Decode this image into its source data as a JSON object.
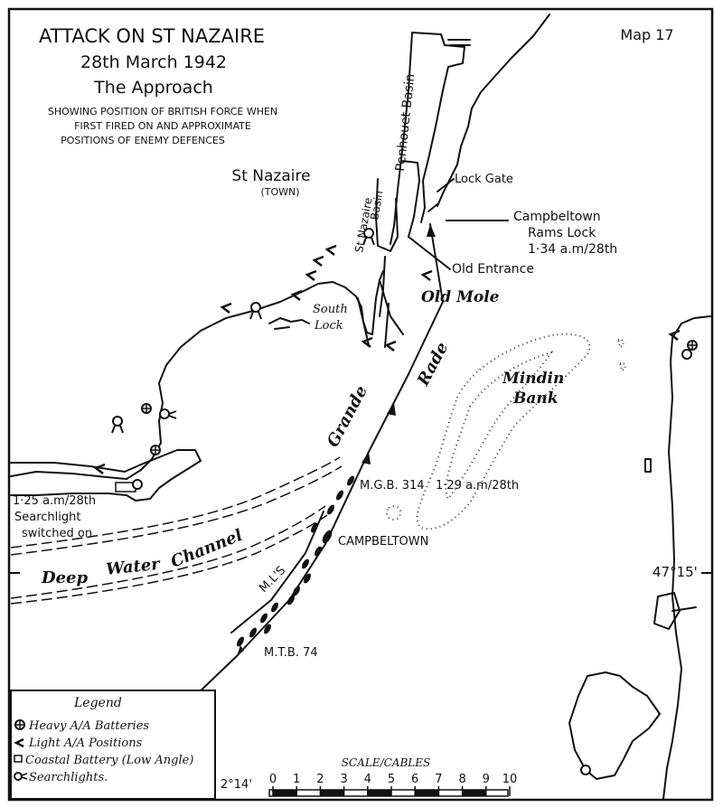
{
  "header": {
    "title": "ATTACK ON ST NAZAIRE",
    "date": "28th March 1942",
    "subtitle": "The Approach",
    "description_1": "SHOWING POSITION OF BRITISH FORCE WHEN",
    "description_2": "FIRST FIRED ON AND APPROXIMATE",
    "description_3": "POSITIONS OF ENEMY DEFENCES",
    "map_number": "Map 17"
  },
  "places": {
    "town": "St Nazaire",
    "town_sub": "(TOWN)",
    "penhouet": "Penhouet Basin",
    "st_nazaire_basin_1": "St Nazaire",
    "st_nazaire_basin_2": "Basin",
    "lock_gate": "Lock Gate",
    "campbeltown_rams_1": "Campbeltown",
    "campbeltown_rams_2": "Rams Lock",
    "campbeltown_rams_3": "1·34 a.m/28th",
    "old_entrance": "Old Entrance",
    "old_mole": "Old Mole",
    "south_lock_1": "South",
    "south_lock_2": "Lock",
    "mindin_1": "Mindin",
    "mindin_2": "Bank",
    "grande": "Grande",
    "rade": "Rade",
    "mgb": "M.G.B. 314",
    "mgb_time": "1·29 a.m/28th",
    "campbeltown": "CAMPBELTOWN",
    "mls": "M.L'S",
    "mtb": "M.T.B. 74",
    "deep": "Deep",
    "water": "Water",
    "channel": "Channel",
    "searchlight_1": "1·25 a.m/28th",
    "searchlight_2": "Searchlight",
    "searchlight_3": "switched on.",
    "latitude": "47°15'",
    "longitude": "2°14'"
  },
  "legend": {
    "title": "Legend",
    "items": [
      {
        "symbol": "heavy-aa",
        "label": "Heavy A/A Batteries"
      },
      {
        "symbol": "light-aa",
        "label": "Light A/A Positions"
      },
      {
        "symbol": "coastal",
        "label": "Coastal Battery (Low Angle)"
      },
      {
        "symbol": "searchlight",
        "label": "Searchlights."
      }
    ]
  },
  "scale": {
    "title": "SCALE/CABLES",
    "ticks": [
      "0",
      "1",
      "2",
      "3",
      "4",
      "5",
      "6",
      "7",
      "8",
      "9",
      "10"
    ]
  }
}
